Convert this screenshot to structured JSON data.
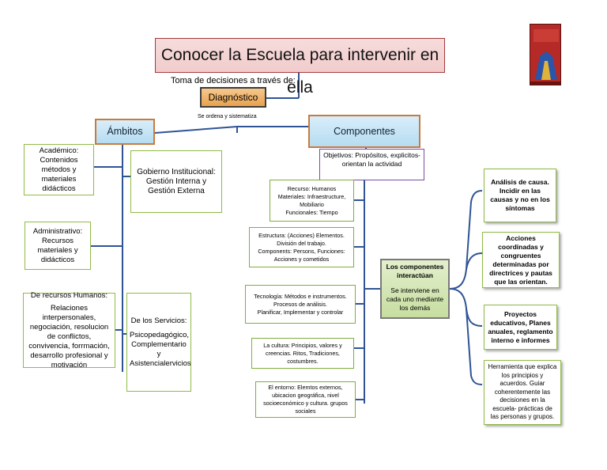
{
  "title": "Conocer la Escuela para intervenir en ella",
  "toma": "Toma de decisiones  a través de:",
  "diagnostico": "Diagnóstico",
  "ordena": "Se ordena y sistematiza",
  "ambitos": {
    "label": "Ámbitos",
    "academico": {
      "title": "Académico:",
      "lines": [
        "Contenidos",
        "métodos y materiales didácticos"
      ]
    },
    "administrativo": {
      "title": "Administrativo:",
      "lines": [
        "Recursos materiales y didácticos"
      ]
    },
    "recursos_humanos": {
      "title": "De recursos Humanos:",
      "body": "Relaciones interpersonales, negociación, resolucion de conflictos, convivencia, forrmación, desarrollo profesional y motivación"
    },
    "gobierno": "Gobierno Institucional: Gestión Interna y Gestión Externa",
    "servicios": {
      "title": "De los Servicios:",
      "body": "Psicopedagógico, Complementario y Asistencialervicios"
    }
  },
  "componentes": {
    "label": "Componentes",
    "objetivos": "Objetivos:  Propósitos, explicitos- orientan la actividad",
    "recurso": {
      "l1": "Recurso: Humanos",
      "l2": "Materiales: Infraestructure, Mobiliario",
      "l3": "Funcionales: Tiempo"
    },
    "estructura": {
      "l1": "Estructura: (Acciones) Elementos. División del trabajo.",
      "l2": "Components: Persons, Funciones: Acciones y cometidos"
    },
    "tecnologia": {
      "l1": "Tecnología: Métodos e instrumentos.",
      "l2": "Procesos de análisis.",
      "l3": "Planificar, Implementar y controlar"
    },
    "cultura": "La cultura:  Principios, valores y creencias. Ritos, Tradiciones, costumbres.",
    "entorno": "El entorno: Elemtos externos, ubicacion geográfica, nivel socioeconómico y cultura. grupos sociales"
  },
  "interact": {
    "title": "Los componentes interactúan",
    "body": "Se interviene en cada uno mediante los demás"
  },
  "right": {
    "analisis": "Análisis de causa. Incidir en las causas y no en los síntomas",
    "acciones": "Acciones coordinadas y congruentes determinadas por directrices y pautas que las orientan.",
    "proyectos": "Proyectos educativos, Planes anuales, reglamento interno e informes",
    "herramienta": "Herramienta que explica los principios y acuerdos. Guiar coherentemente las decisiones en la escuela- prácticas de las personas y grupos."
  },
  "colors": {
    "accent_blue": "#2f5496",
    "green_border": "#8fbb46",
    "title_border": "#a33b3b"
  },
  "book_icon": "book-cover-image"
}
